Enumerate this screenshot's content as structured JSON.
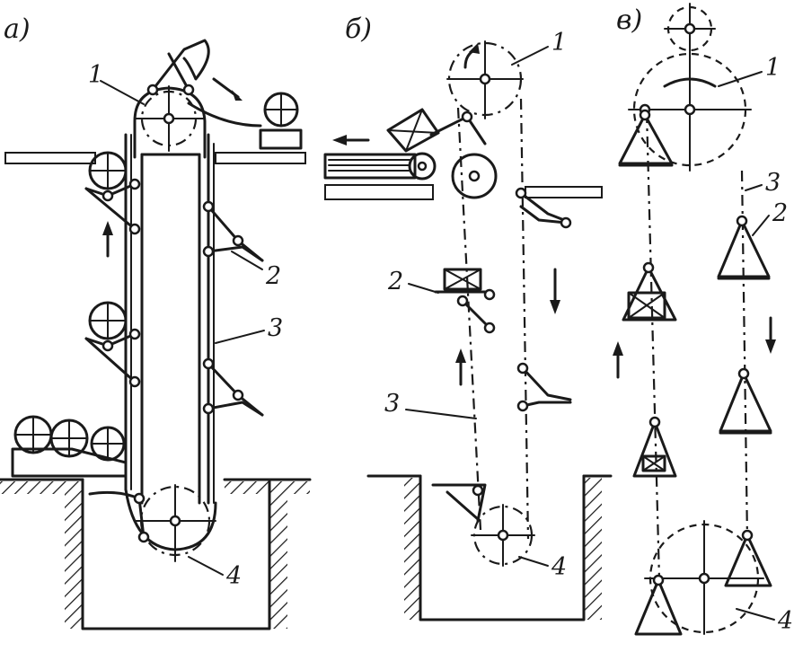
{
  "panels": [
    {
      "id": "a",
      "label": "а)"
    },
    {
      "id": "b",
      "label": "б)"
    },
    {
      "id": "v",
      "label": "в)"
    }
  ],
  "callouts": {
    "a": {
      "c1": "1",
      "c2": "2",
      "c3": "3",
      "c4": "4"
    },
    "b": {
      "c1": "1",
      "c2": "2",
      "c3": "3",
      "c4": "4"
    },
    "v": {
      "c1": "1",
      "c2": "2",
      "c3": "3",
      "c4": "4"
    }
  }
}
